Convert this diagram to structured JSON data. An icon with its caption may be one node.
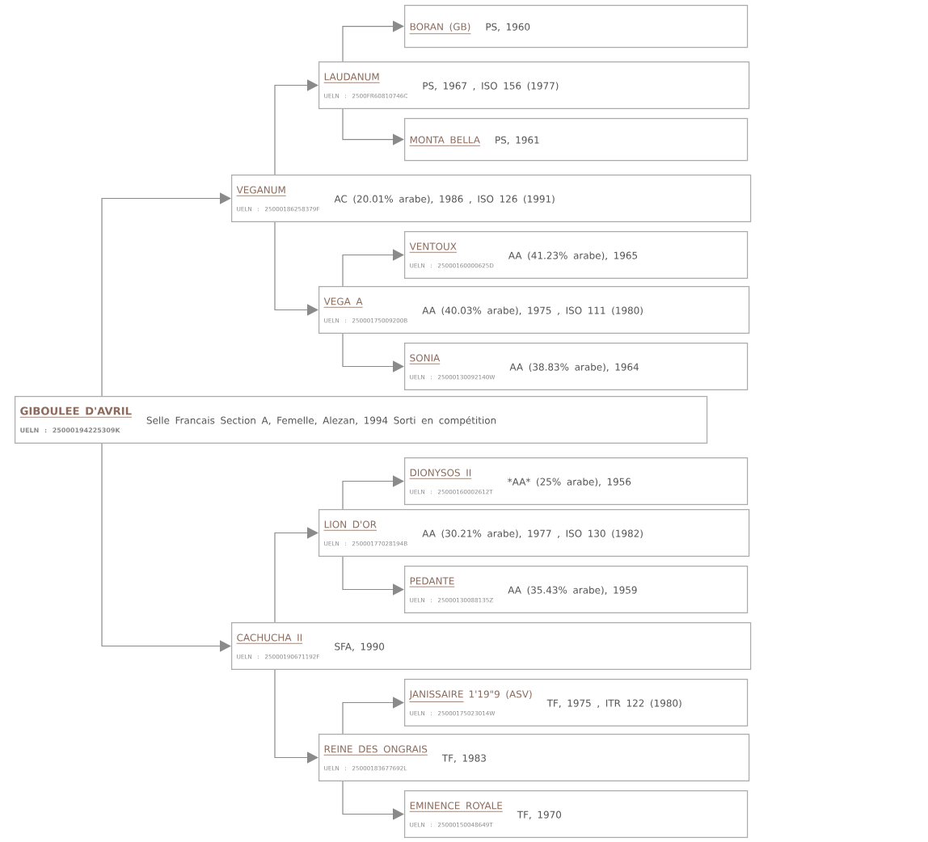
{
  "diagram": {
    "nodes": [
      {
        "text": [
          "BORAN (GB)",
          "PS, 1960"
        ]
      },
      {
        "text": [
          "LAUDANUM",
          "UELN : 2500FR60810746C",
          "PS, 1967 , ISO 156 (1977)"
        ]
      },
      {
        "text": [
          "MONTA BELLA",
          "PS, 1961"
        ]
      },
      {
        "text": [
          "VEGANUM",
          "UELN : 25000186258379F",
          "AC (20.01% arabe), 1986 , ISO 126 (1991)"
        ]
      },
      {
        "text": [
          "VENTOUX",
          "UELN : 25000160000625D",
          "AA (41.23% arabe), 1965"
        ]
      },
      {
        "text": [
          "VEGA A",
          "UELN : 25000175009200B",
          "AA (40.03% arabe), 1975 , ISO 111 (1980)"
        ]
      },
      {
        "text": [
          "SONIA",
          "UELN : 25000130092140W",
          "AA (38.83% arabe), 1964"
        ]
      },
      {
        "text": [
          "GIBOULEE D'AVRIL",
          "UELN : 25000194225309K",
          "Selle Francais Section A, Femelle, Alezan, 1994 Sorti en compétition"
        ]
      },
      {
        "text": [
          "DIONYSOS II",
          "UELN : 25000160002612T",
          "*AA* (25% arabe), 1956"
        ]
      },
      {
        "text": [
          "LION D'OR",
          "UELN : 25000177028194B",
          "AA (30.21% arabe), 1977 , ISO 130 (1982)"
        ]
      },
      {
        "text": [
          "PEDANTE",
          "UELN : 25000130088135Z",
          "AA (35.43% arabe), 1959"
        ]
      },
      {
        "text": [
          "CACHUCHA II",
          "UELN : 25000190671192F",
          "SFA, 1990"
        ]
      },
      {
        "text": [
          "JANISSAIRE",
          "1'19\"9 (ASV)",
          "UELN : 25000175023014W",
          "TF, 1975 , ITR 122 (1980)"
        ]
      },
      {
        "text": [
          "REINE DES ONGRAIS",
          "UELN : 25000183677692L",
          "TF, 1983"
        ]
      },
      {
        "text": [
          "EMINENCE ROYALE",
          "UELN : 25000150048649T",
          "TF, 1970"
        ]
      }
    ],
    "edges": [
      {
        "from": 7,
        "to": 3,
        "arrow": "to"
      },
      {
        "from": 7,
        "to": 11,
        "arrow": "to"
      },
      {
        "from": 3,
        "to": 1,
        "arrow": "to"
      },
      {
        "from": 3,
        "to": 5,
        "arrow": "to"
      },
      {
        "from": 1,
        "to": 0,
        "arrow": "to"
      },
      {
        "from": 1,
        "to": 2,
        "arrow": "to"
      },
      {
        "from": 5,
        "to": 4,
        "arrow": "to"
      },
      {
        "from": 5,
        "to": 6,
        "arrow": "to"
      },
      {
        "from": 11,
        "to": 9,
        "arrow": "to"
      },
      {
        "from": 11,
        "to": 13,
        "arrow": "to"
      },
      {
        "from": 9,
        "to": 8,
        "arrow": "to"
      },
      {
        "from": 9,
        "to": 10,
        "arrow": "to"
      },
      {
        "from": 13,
        "to": 12,
        "arrow": "to"
      },
      {
        "from": 13,
        "to": 14,
        "arrow": "to"
      }
    ]
  }
}
